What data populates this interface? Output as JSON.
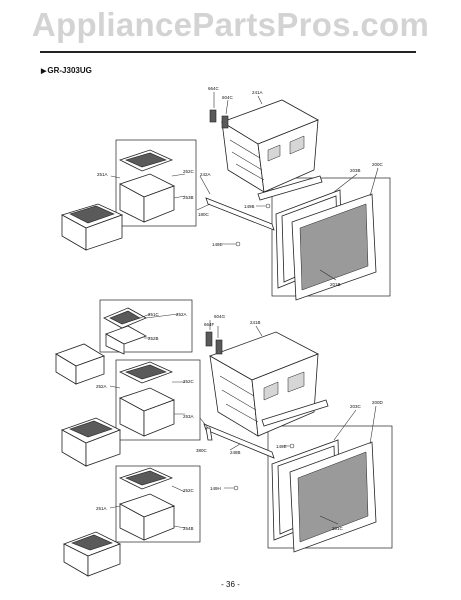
{
  "watermark": "AppliancePartsPros.com",
  "model_title": "GR-J303UG",
  "page_number": "- 36 -",
  "callouts_top": [
    "664C",
    "604C",
    "241A",
    "251A",
    "252C",
    "253B",
    "242A",
    "180C",
    "149B",
    "149E",
    "203B",
    "200C",
    "201B"
  ],
  "callouts_bottom": [
    "251C",
    "252A",
    "252B",
    "604G",
    "664F",
    "241B",
    "252A",
    "252C",
    "253A",
    "380C",
    "248B",
    "149E",
    "149H",
    "203C",
    "200D",
    "201C",
    "251A",
    "252C",
    "254B"
  ]
}
